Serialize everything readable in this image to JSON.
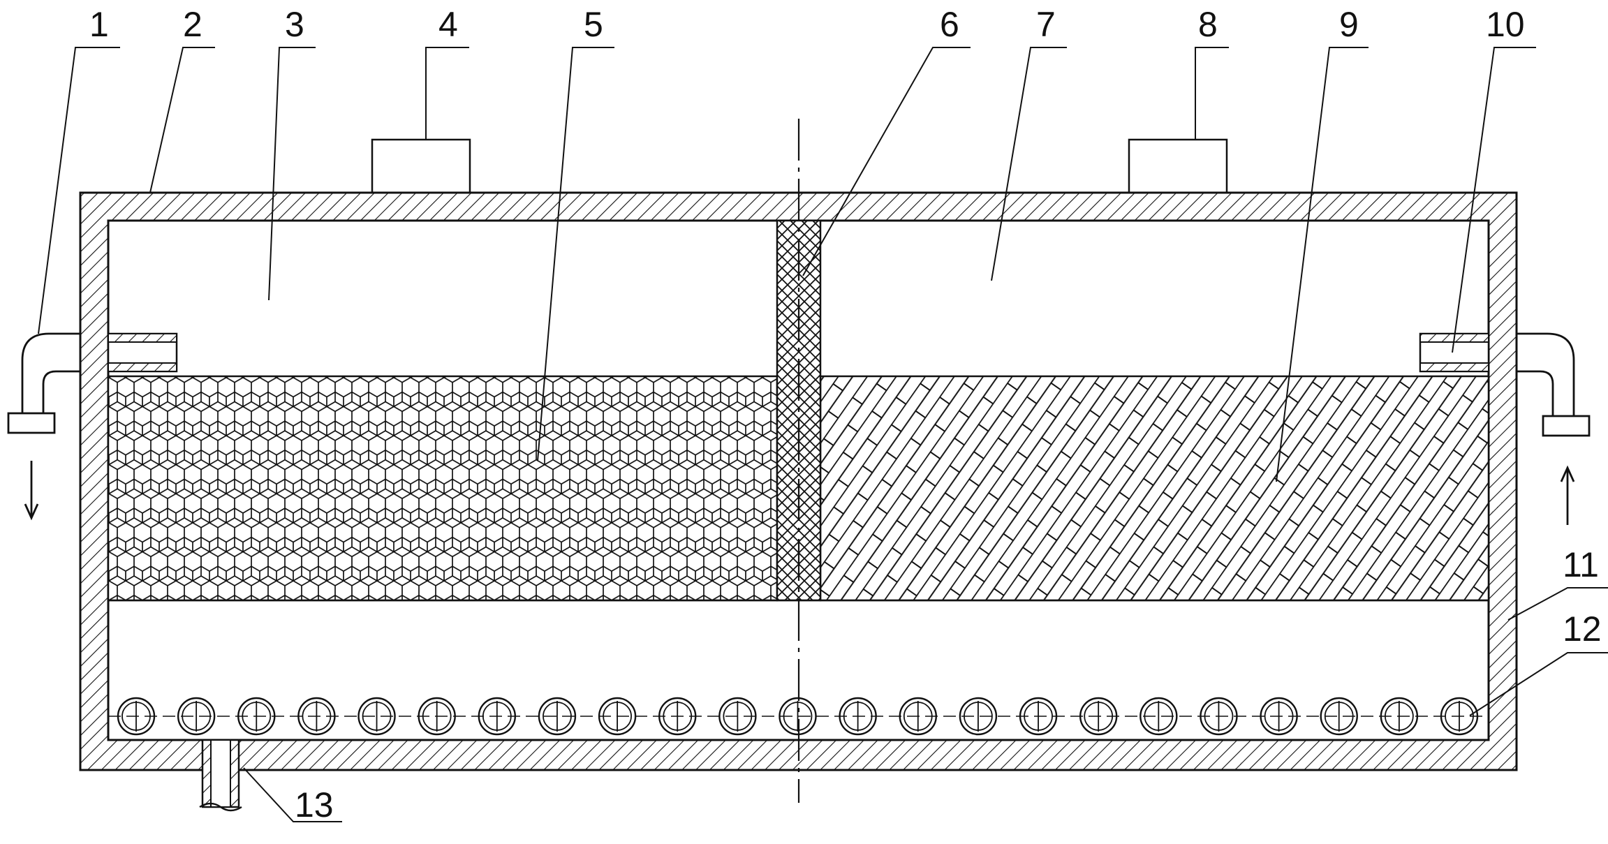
{
  "callouts": [
    {
      "id": "1",
      "label": "1"
    },
    {
      "id": "2",
      "label": "2"
    },
    {
      "id": "3",
      "label": "3"
    },
    {
      "id": "4",
      "label": "4"
    },
    {
      "id": "5",
      "label": "5"
    },
    {
      "id": "6",
      "label": "6"
    },
    {
      "id": "7",
      "label": "7"
    },
    {
      "id": "8",
      "label": "8"
    },
    {
      "id": "9",
      "label": "9"
    },
    {
      "id": "10",
      "label": "10"
    },
    {
      "id": "11",
      "label": "11"
    },
    {
      "id": "12",
      "label": "12"
    },
    {
      "id": "13",
      "label": "13"
    }
  ],
  "flow": {
    "outlet_arrow": "down-arrow",
    "inlet_arrow": "up-arrow"
  },
  "colors": {
    "line": "#111111",
    "background": "#ffffff"
  }
}
